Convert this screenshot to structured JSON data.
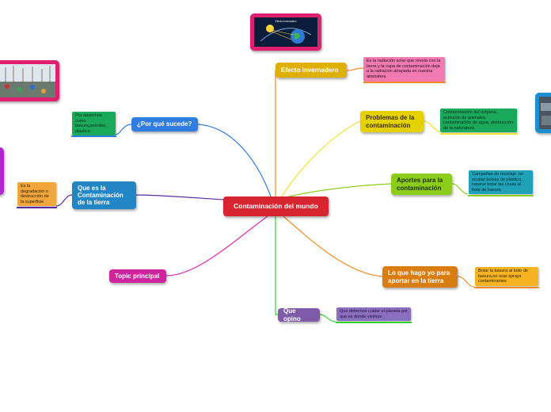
{
  "center": {
    "label": "Contaminación del mundo"
  },
  "branches": [
    {
      "id": "efecto",
      "label": "Efecto invernadero",
      "note": "Es la radiación solar que revota con la tierra y la capa de contaminación deja a la radiación atrapada en nuestra atmósfera"
    },
    {
      "id": "porque",
      "label": "¿Por qué sucede?",
      "note": "Por desechos como basura,petroleo, plástico"
    },
    {
      "id": "que-es",
      "label": "Que es la Contaminación de la tierra",
      "note": "Es la degradación o destrucción de la superficie"
    },
    {
      "id": "problemas",
      "label": "Problemas de la contaminación",
      "note": "Contaminación del oxígeno, extinción de animales, contaminación de agua, destrucción de la naturaleza"
    },
    {
      "id": "aportes",
      "label": "Aportes para la contaminación",
      "note": "Campañas de reciclaje ,no ocupar bolsas de plástico, reparar botar las cosas al bote de basura"
    },
    {
      "id": "topic",
      "label": "Topic principal"
    },
    {
      "id": "hago",
      "label": "Lo que hago yo para aportar en la tierra",
      "note": "Botar la basura al bote de basura,no usar sprays contaminantes"
    },
    {
      "id": "opino",
      "label": "Que opino",
      "note": "Que debemos cuidar el planeta por que es donde vivimos"
    }
  ],
  "image_caption": "Efecto invernadero",
  "colors": {
    "center": "#d9252f",
    "efecto": "#e0b000",
    "porque": "#2f7de1",
    "que_es": "#2286c6",
    "problemas": "#e6d100",
    "aportes": "#8ccd1c",
    "topic": "#d0249e",
    "hago": "#d97d12",
    "opino": "#7e5aa8"
  }
}
